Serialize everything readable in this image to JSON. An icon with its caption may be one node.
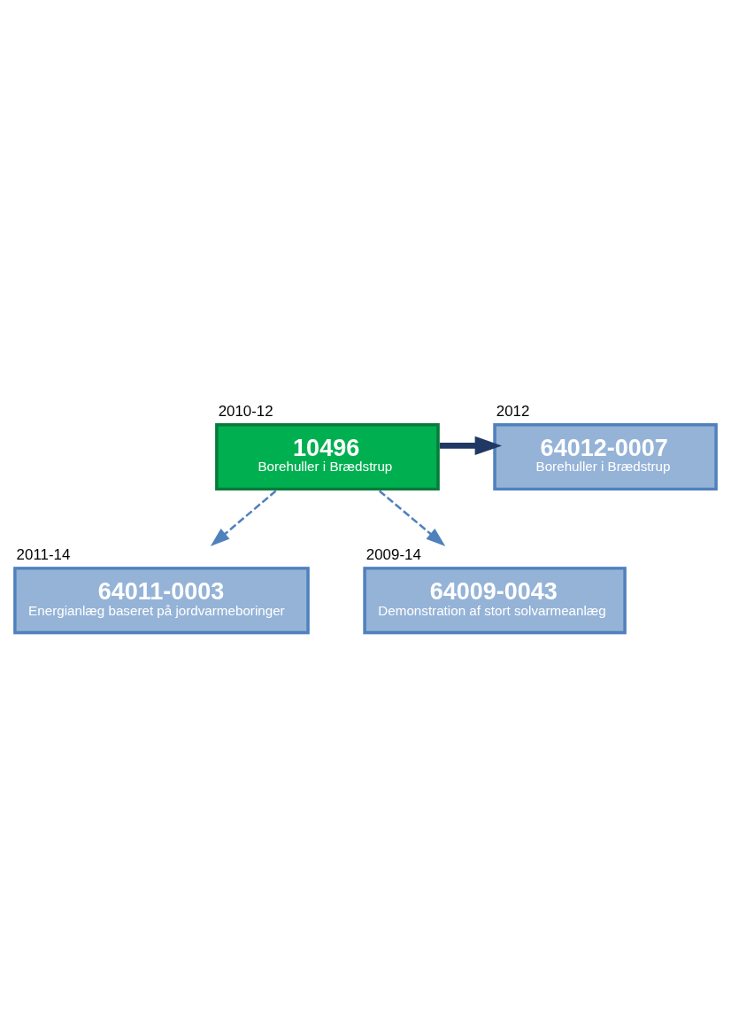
{
  "diagram": {
    "nodes": [
      {
        "text": [
          "10496",
          "Borehuller i Brædstrup"
        ],
        "beside": [
          "2010-12"
        ]
      },
      {
        "text": [
          "64012-0007",
          "Borehuller i Brædstrup"
        ],
        "beside": [
          "2012"
        ]
      },
      {
        "text": [
          "64011-0003",
          "Energianlæg baseret på jordvarmeboringer"
        ],
        "beside": [
          "2011-14"
        ]
      },
      {
        "text": [
          "64009-0043",
          "Demonstration af stort solvarmeanlæg"
        ],
        "beside": [
          "2009-14"
        ]
      }
    ],
    "edges": [
      {
        "from": 0,
        "to": 1,
        "arrow": "to",
        "style": "thick",
        "color": "#1f3864"
      },
      {
        "from": 0,
        "to": 2,
        "arrow": "to",
        "style": "dashed"
      },
      {
        "from": 0,
        "to": 3,
        "arrow": "to",
        "style": "dashed"
      }
    ]
  }
}
